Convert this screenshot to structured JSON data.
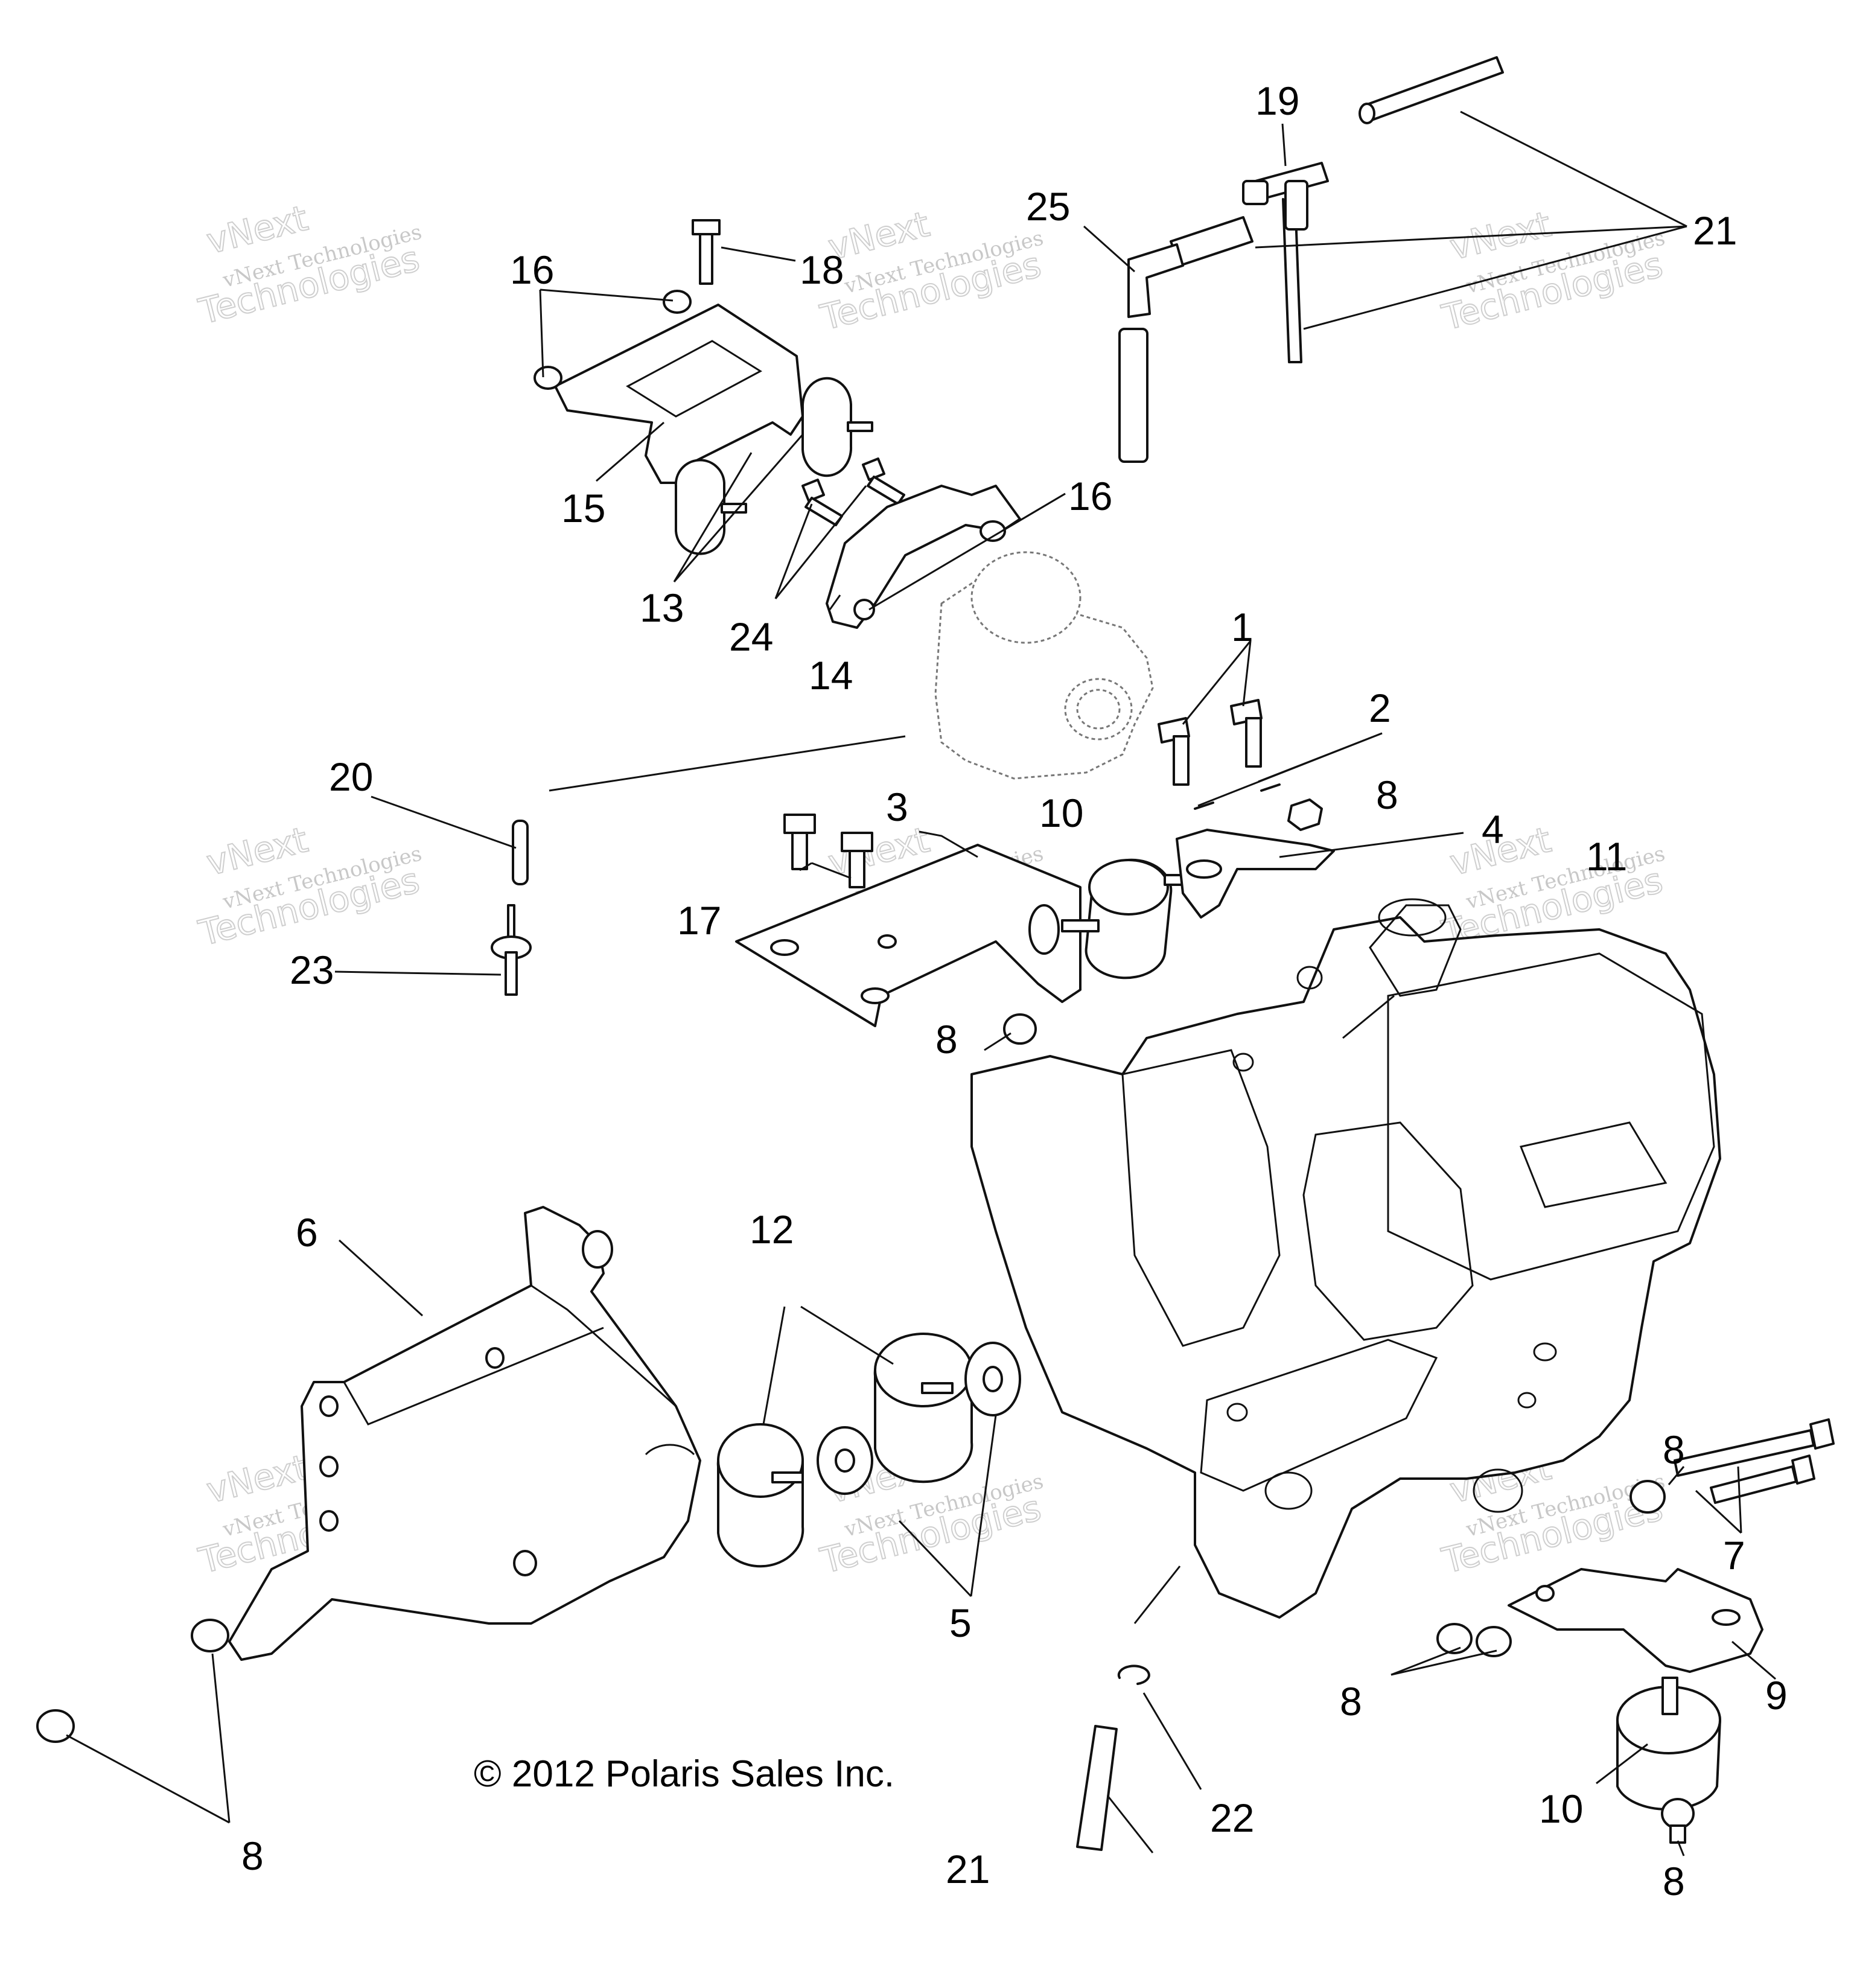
{
  "callouts": [
    "1",
    "2",
    "3",
    "4",
    "5",
    "6",
    "7",
    "8",
    "9",
    "10",
    "11",
    "12",
    "13",
    "14",
    "15",
    "16",
    "17",
    "18",
    "19",
    "20",
    "21",
    "22",
    "23",
    "24",
    "25"
  ],
  "watermark": {
    "line1": "vNext Technologies",
    "line2": "vNext",
    "line3": "Technologies"
  },
  "copyright": "© 2012 Polaris Sales Inc."
}
